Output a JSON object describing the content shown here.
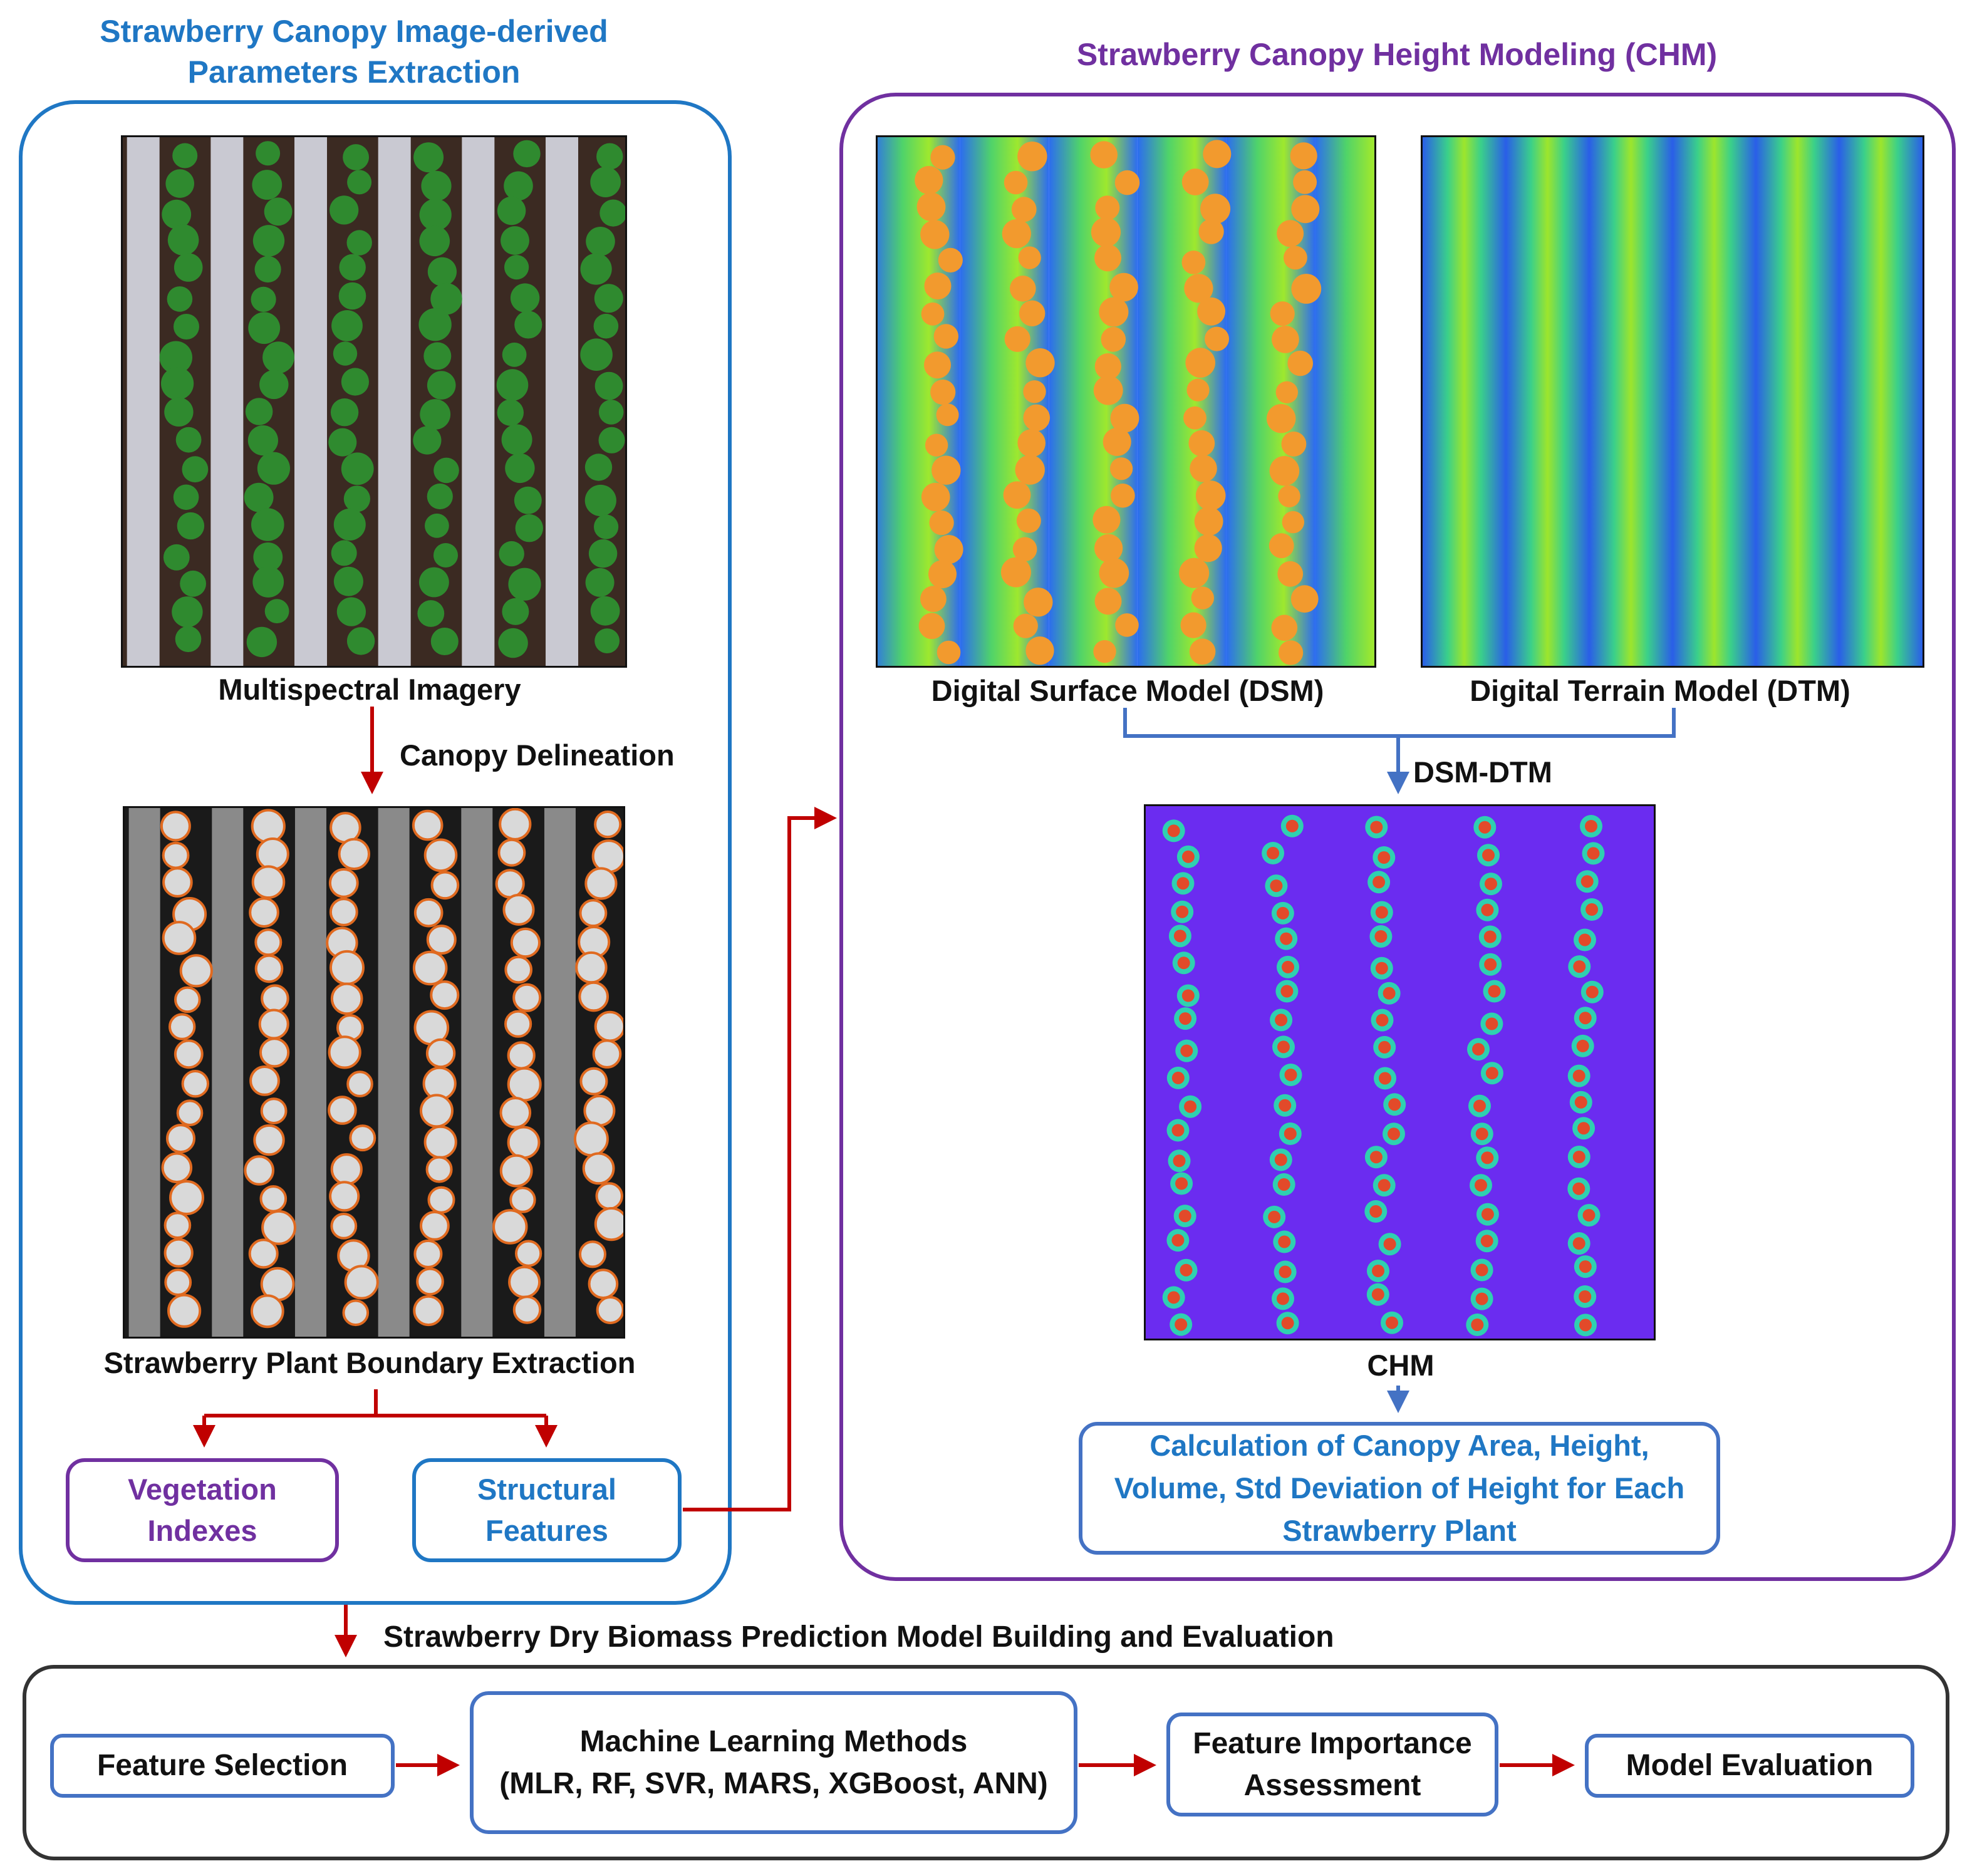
{
  "left_panel": {
    "title_line1": "Strawberry Canopy Image-derived",
    "title_line2": "Parameters Extraction",
    "multispectral_label": "Multispectral Imagery",
    "delineation_label": "Canopy Delineation",
    "boundary_label": "Strawberry Plant Boundary Extraction",
    "vegetation_line1": "Vegetation",
    "vegetation_line2": "Indexes",
    "structural_line1": "Structural",
    "structural_line2": "Features"
  },
  "right_panel": {
    "title": "Strawberry Canopy Height Modeling (CHM)",
    "dsm_label": "Digital Surface Model (DSM)",
    "dtm_label": "Digital Terrain Model (DTM)",
    "diff_label": "DSM-DTM",
    "chm_label": "CHM",
    "calc_line1": "Calculation of Canopy Area, Height,",
    "calc_line2": "Volume, Std Deviation of Height for Each",
    "calc_line3": "Strawberry Plant"
  },
  "bottom_panel": {
    "title": "Strawberry Dry Biomass Prediction Model Building and Evaluation",
    "feature_selection": "Feature Selection",
    "ml_line1": "Machine Learning Methods",
    "ml_line2": "(MLR, RF, SVR, MARS, XGBoost, ANN)",
    "importance_line1": "Feature Importance",
    "importance_line2": "Assessment",
    "evaluation": "Model Evaluation"
  },
  "colors": {
    "blue": "#1f77c4",
    "purple": "#7030a0",
    "dark_red": "#c00000",
    "box_blue": "#4472c4",
    "dark": "#333333"
  }
}
